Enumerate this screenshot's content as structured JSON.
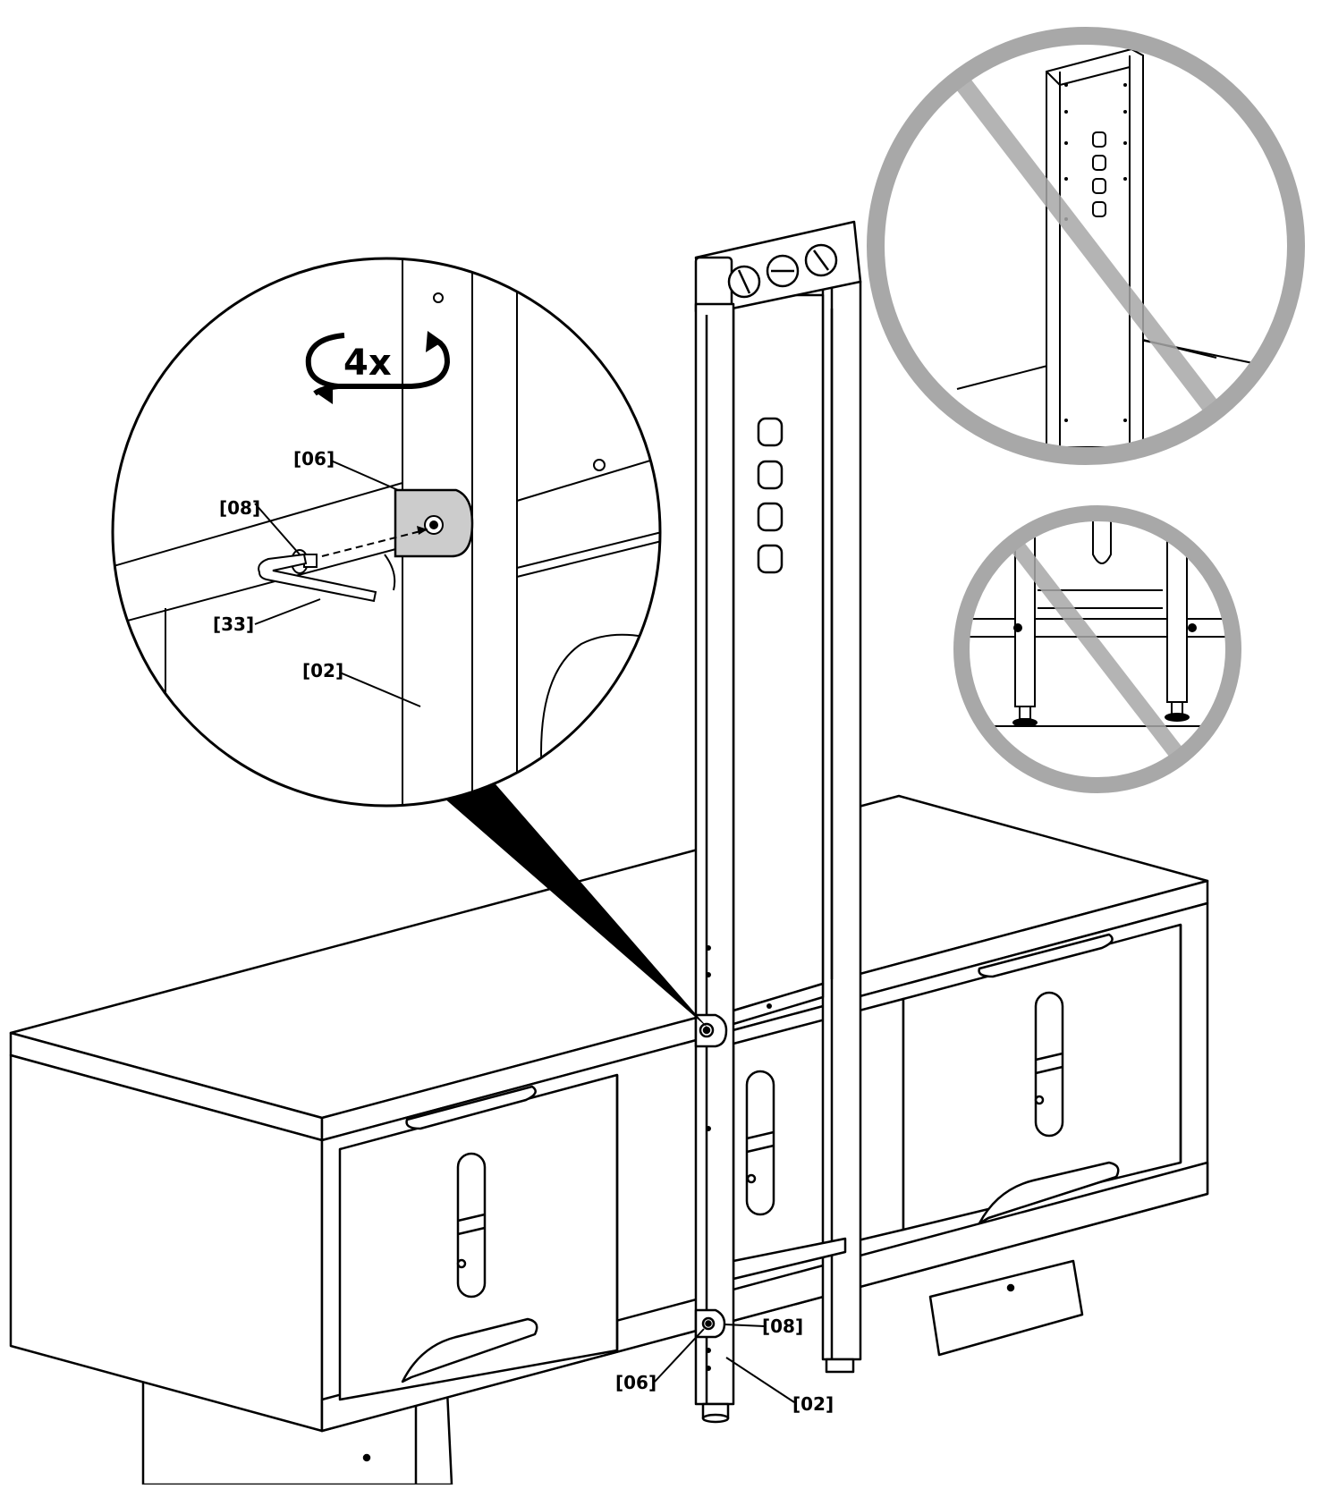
{
  "detail": {
    "repeat_count": "4x",
    "part_labels": {
      "bracket": "[06]",
      "screw": "[08]",
      "hex_key": "[33]",
      "post": "[02]"
    }
  },
  "main": {
    "part_labels": {
      "screw": "[08]",
      "bracket": "[06]",
      "post": "[02]"
    }
  },
  "warnings": {
    "symbol": "prohibited",
    "colors": {
      "prohibition_ring": "#a8a8a8"
    }
  },
  "colors": {
    "line": "#000000",
    "bracket_fill": "#cccccc"
  }
}
